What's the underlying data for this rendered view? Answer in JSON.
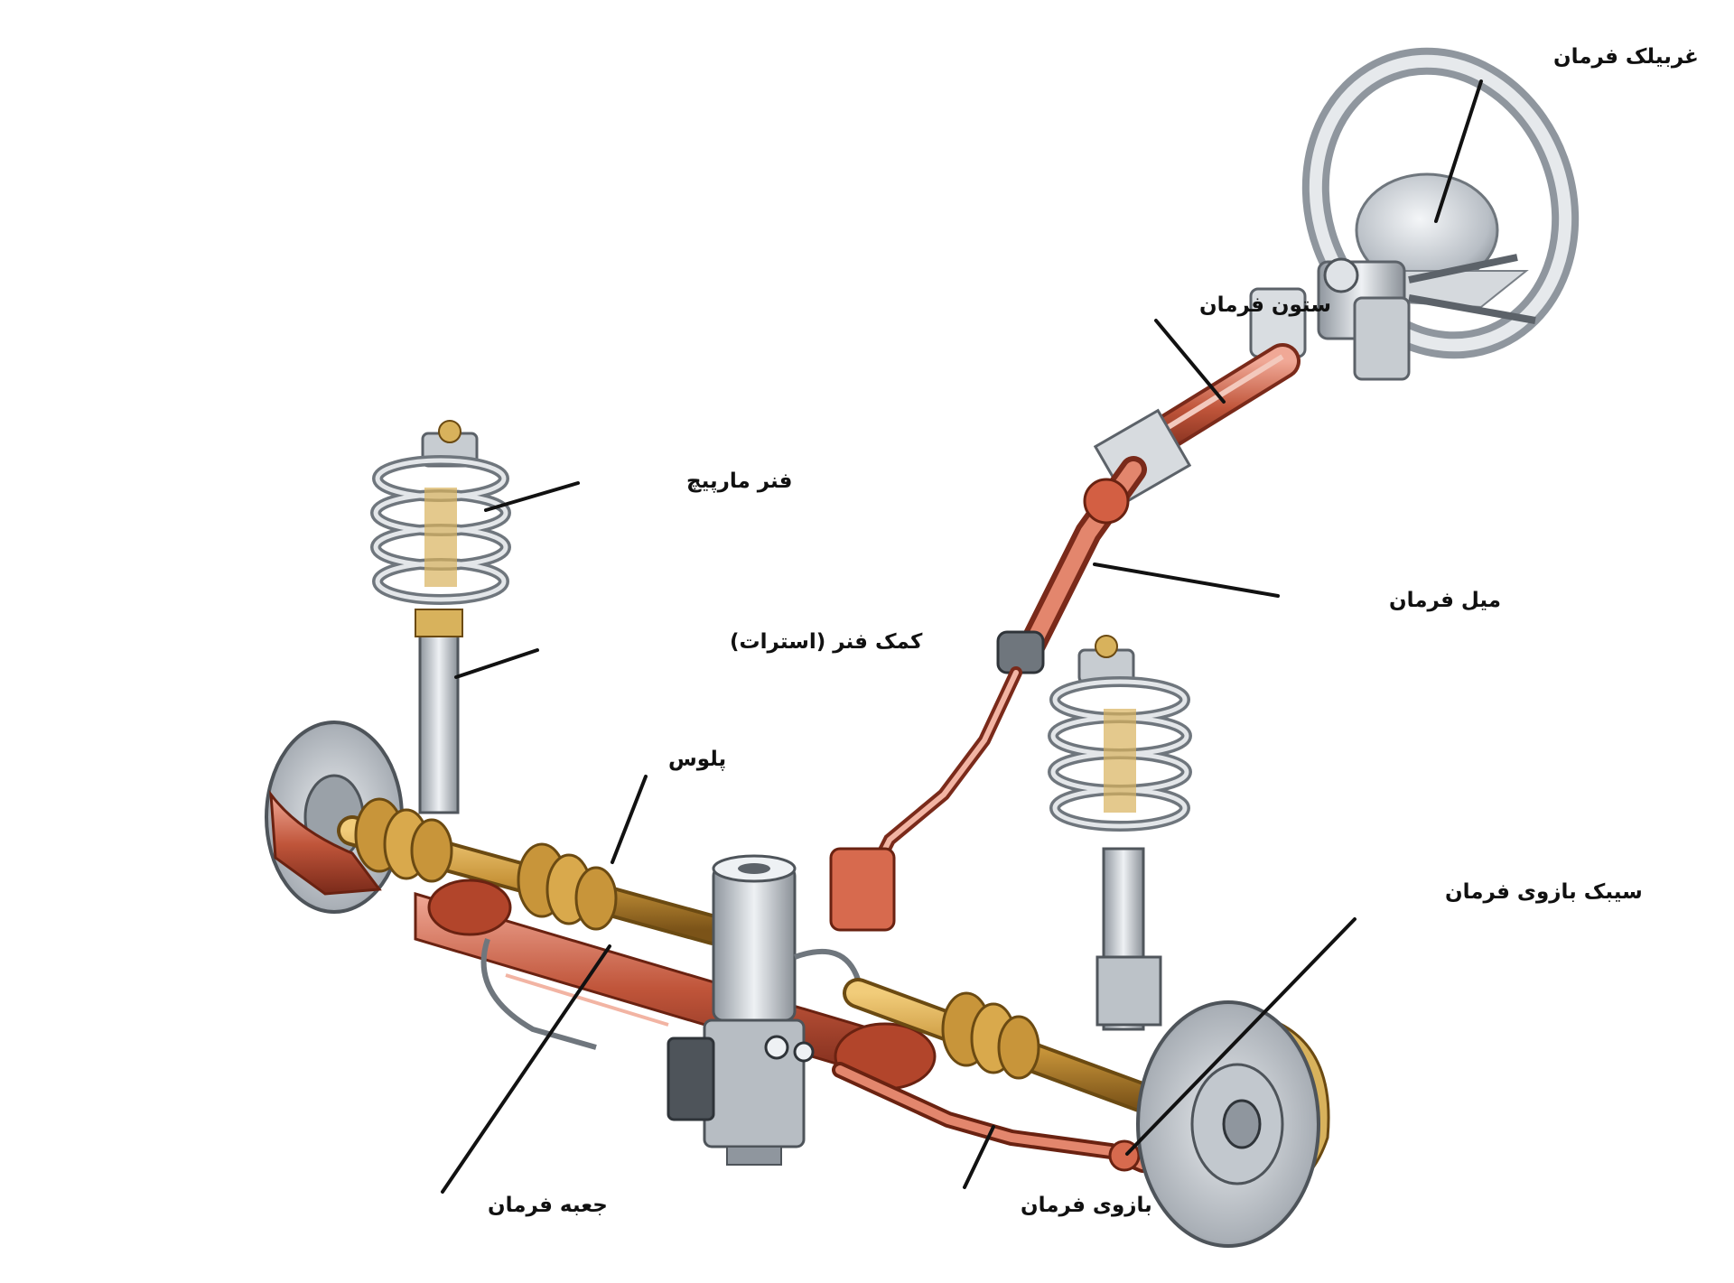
{
  "diagram": {
    "labels": {
      "steering_wheel": "غربیلک فرمان",
      "steering_column": "ستون فرمان",
      "steering_shaft": "میل فرمان",
      "coil_spring": "فنر مارپیچ",
      "strut": "کمک فنر (استرات)",
      "bellows": "پلوس",
      "steering_box": "جعبه فرمان",
      "tie_rod": "بازوی فرمان",
      "tie_rod_end": "سیبک بازوی فرمان"
    },
    "colors": {
      "background": "#ffffff",
      "label_text": "#111111",
      "metal": "#c8cdd3",
      "copper": "#c0553a",
      "brass": "#c89a3a",
      "spring": "#b9bec5"
    }
  }
}
